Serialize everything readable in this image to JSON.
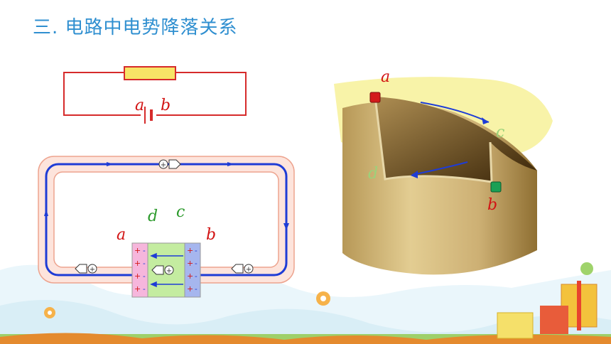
{
  "title": "三. 电路中电势降落关系",
  "circuit_labels": {
    "a": "a",
    "b": "b"
  },
  "loop_labels": {
    "a": "a",
    "b": "b",
    "c": "c",
    "d": "d",
    "plus": "+",
    "minus": "-"
  },
  "cylinder_labels": {
    "a": "a",
    "b": "b",
    "c": "c",
    "d": "d"
  },
  "colors": {
    "title": "#2f8fd0",
    "circuit_wire": "#d62b2b",
    "resistor": "#f7e466",
    "loop_blue": "#1e3cd6",
    "label_red": "#d21414",
    "label_green": "#2c9a2c",
    "cylinder": "#c8a868",
    "highlight": "#f8f3a8"
  },
  "icons": [
    "charge-icon",
    "arrow-left-icon",
    "arrow-right-icon"
  ]
}
